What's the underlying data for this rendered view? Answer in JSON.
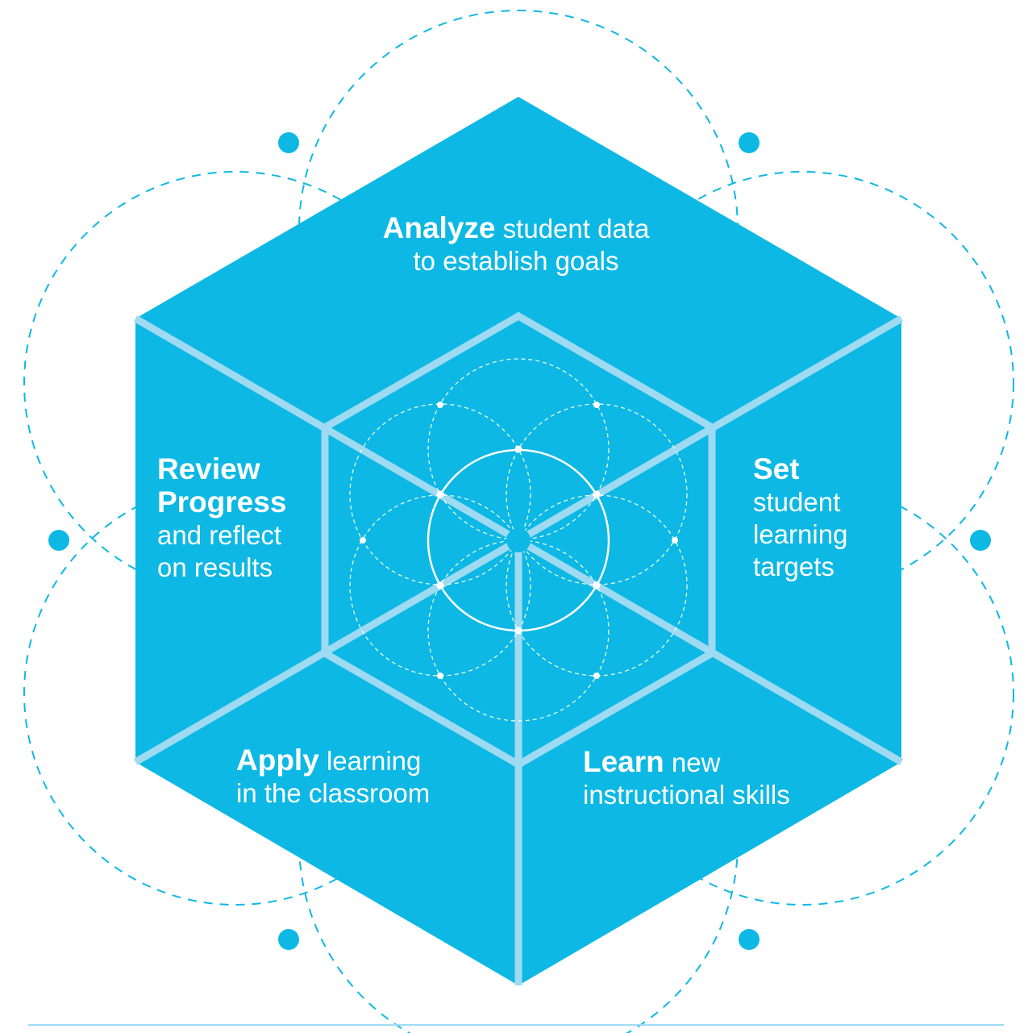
{
  "colors": {
    "hexagon_fill": "#0db8e4",
    "divider": "#9fdaf3",
    "outer_dash": "#0db8e4",
    "outer_node": "#0db8e4",
    "inner_pattern": "#ffffff",
    "text": "#ffffff"
  },
  "segments": {
    "analyze": {
      "bold": "Analyze",
      "rest_line1": " student data",
      "line2": "to establish goals"
    },
    "set": {
      "bold": "Set",
      "line2": "student",
      "line3": "learning",
      "line4": "targets"
    },
    "learn": {
      "bold": "Learn",
      "rest_line1": " new",
      "line2": "instructional skills"
    },
    "apply": {
      "bold": "Apply",
      "rest_line1": " learning",
      "line2": "in the classroom"
    },
    "review": {
      "bold_line1": "Review",
      "bold_line2": "Progress",
      "line3": "and reflect",
      "line4": "on results"
    }
  },
  "icons": {
    "outer_ring": "dashed-circles-with-nodes",
    "center_pattern": "flower-of-life"
  }
}
